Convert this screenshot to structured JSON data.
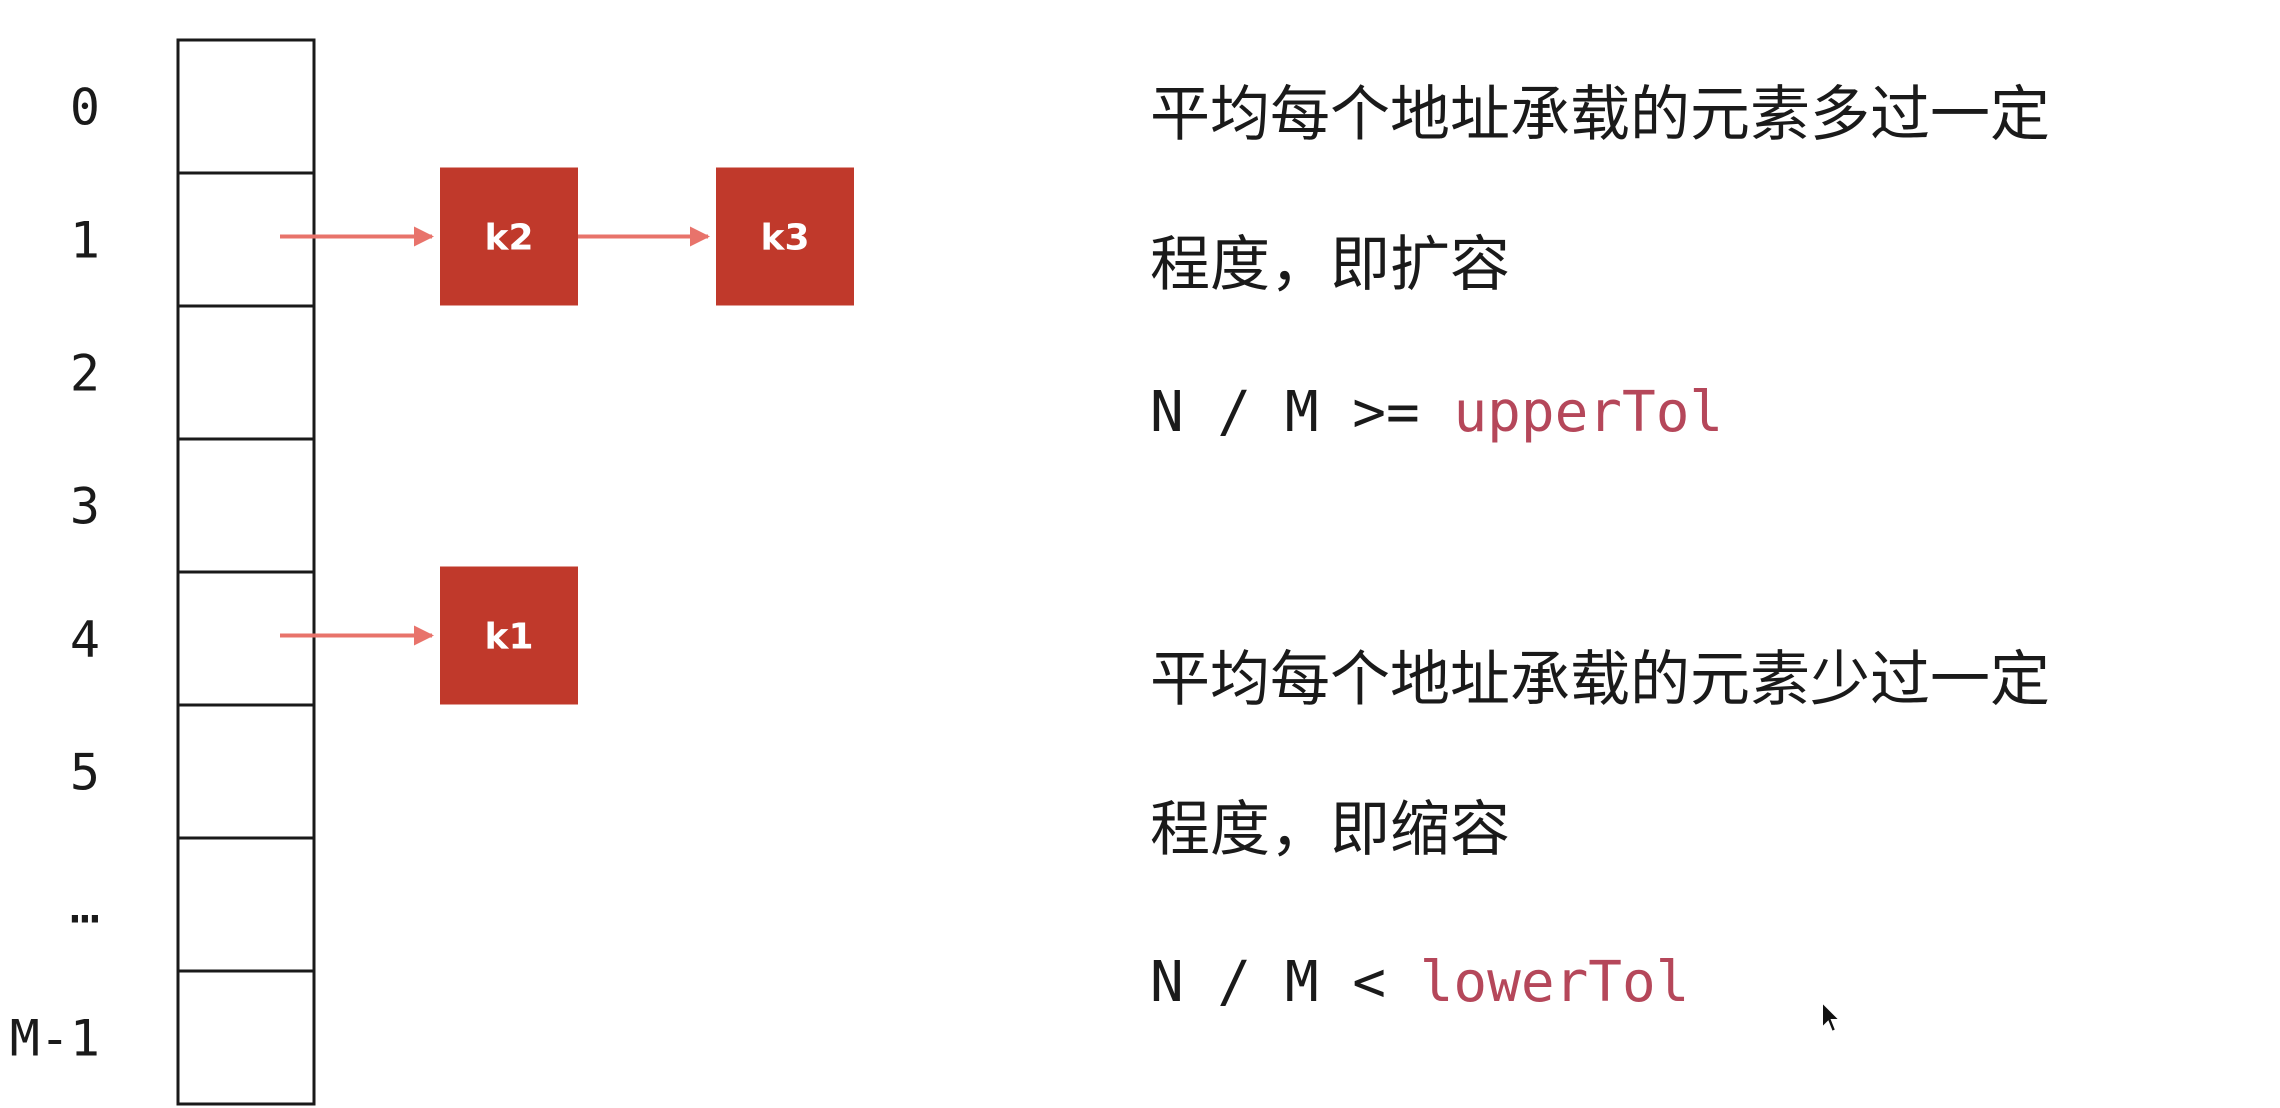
{
  "hash_table": {
    "slots": [
      "0",
      "1",
      "2",
      "3",
      "4",
      "5",
      "…",
      "M-1"
    ],
    "chains": [
      {
        "slot_index": 1,
        "nodes": [
          "k2",
          "k3"
        ]
      },
      {
        "slot_index": 4,
        "nodes": [
          "k1"
        ]
      }
    ]
  },
  "colors": {
    "node_fill": "#c0392b",
    "arrow": "#e8736b",
    "highlight": "#b5475a"
  },
  "expand": {
    "line1": "平均每个地址承载的元素多过一定",
    "line2": "程度，即扩容",
    "formula_prefix": "N / M >= ",
    "formula_var": "upperTol"
  },
  "shrink": {
    "line1": "平均每个地址承载的元素少过一定",
    "line2": "程度，即缩容",
    "formula_prefix": "N / M < ",
    "formula_var": "lowerTol"
  }
}
